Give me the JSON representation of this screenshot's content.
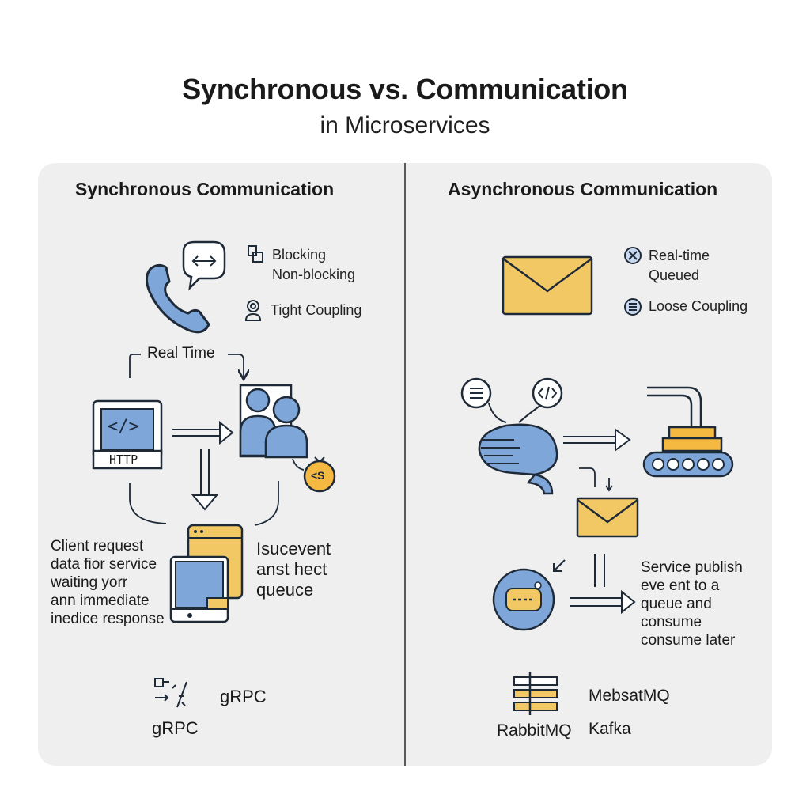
{
  "title": "Synchronous vs. Communication",
  "subtitle": "in Microservices",
  "colors": {
    "blue": "#7ea6d8",
    "yellow": "#f2c864",
    "orange": "#f5b942",
    "stroke": "#1f2a38",
    "panel": "#efefef"
  },
  "sync": {
    "heading": "Synchronous Communication",
    "legend": [
      "Blocking",
      "Non-blocking",
      "Tight Coupling"
    ],
    "flow_label": "Real Time",
    "http_label": "HTTP",
    "code_label": "</>",
    "coin_label": "<S",
    "description": "Client request\ndata fior service\nwaiting yorr\nann immediate\ninedice response",
    "queue_text": "Isucevent\nanst hect\nqueuce",
    "protocols": [
      "gRPC",
      "gRPC"
    ]
  },
  "async": {
    "heading": "Asynchronous Communication",
    "legend": [
      "Real-time",
      "Queued",
      "Loose Coupling"
    ],
    "description": "Service publish\neve ent to a\nqueue and\nconsume\nconsume later",
    "brokers": [
      "MebsatMQ",
      "RabbitMQ",
      "Kafka"
    ]
  }
}
